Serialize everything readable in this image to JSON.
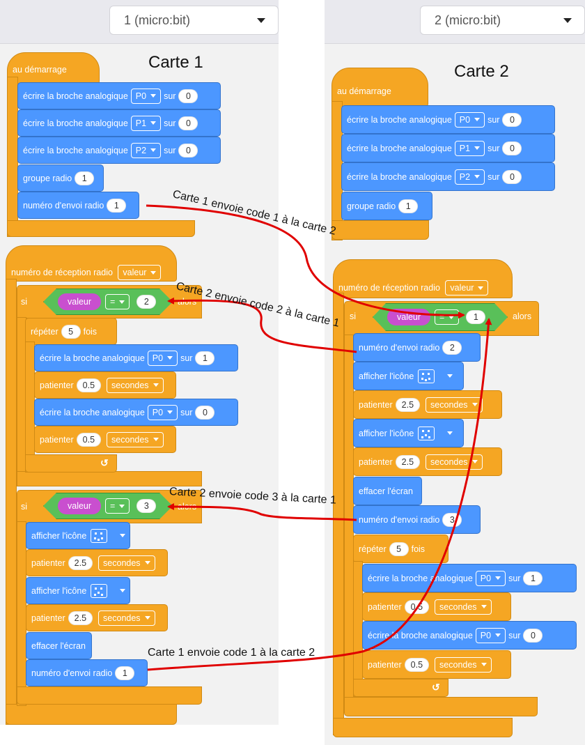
{
  "left": {
    "device": "1 (micro:bit)",
    "title": "Carte 1",
    "on_start": {
      "hat": "au démarrage",
      "analog_write_label": "écrire la broche analogique",
      "on_label": "sur",
      "pins": [
        "P0",
        "P1",
        "P2"
      ],
      "values": [
        "0",
        "0",
        "0"
      ],
      "radio_group_label": "groupe radio",
      "radio_group_value": "1",
      "radio_send_label": "numéro d'envoi radio",
      "radio_send_value": "1"
    },
    "on_receive": {
      "hat": "numéro de réception radio",
      "param": "valeur",
      "if1": {
        "si": "si",
        "var": "valeur",
        "op": "=",
        "value": "2",
        "then": "alors"
      },
      "repeat_label": "répéter",
      "repeat_count": "5",
      "times_label": "fois",
      "write1": {
        "label": "écrire la broche analogique",
        "pin": "P0",
        "on": "sur",
        "value": "1"
      },
      "wait1": {
        "label": "patienter",
        "value": "0.5",
        "unit": "secondes"
      },
      "write2": {
        "label": "écrire la broche analogique",
        "pin": "P0",
        "on": "sur",
        "value": "0"
      },
      "wait2": {
        "label": "patienter",
        "value": "0.5",
        "unit": "secondes"
      },
      "if2": {
        "si": "si",
        "var": "valeur",
        "op": "=",
        "value": "3",
        "then": "alors"
      },
      "show_icon1": "afficher l'icône",
      "wait3": {
        "label": "patienter",
        "value": "2.5",
        "unit": "secondes"
      },
      "show_icon2": "afficher l'icône",
      "wait4": {
        "label": "patienter",
        "value": "2.5",
        "unit": "secondes"
      },
      "clear": "effacer l'écran",
      "send": {
        "label": "numéro d'envoi radio",
        "value": "1"
      }
    }
  },
  "right": {
    "device": "2 (micro:bit)",
    "title": "Carte 2",
    "on_start": {
      "hat": "au démarrage",
      "analog_write_label": "écrire la broche analogique",
      "on_label": "sur",
      "pins": [
        "P0",
        "P1",
        "P2"
      ],
      "values": [
        "0",
        "0",
        "0"
      ],
      "radio_group_label": "groupe radio",
      "radio_group_value": "1"
    },
    "on_receive": {
      "hat": "numéro de réception radio",
      "param": "valeur",
      "if1": {
        "si": "si",
        "var": "valeur",
        "op": "=",
        "value": "1",
        "then": "alors"
      },
      "send1": {
        "label": "numéro d'envoi radio",
        "value": "2"
      },
      "show_icon1": "afficher l'icône",
      "wait1": {
        "label": "patienter",
        "value": "2.5",
        "unit": "secondes"
      },
      "show_icon2": "afficher l'icône",
      "wait2": {
        "label": "patienter",
        "value": "2.5",
        "unit": "secondes"
      },
      "clear": "effacer l'écran",
      "send2": {
        "label": "numéro d'envoi radio",
        "value": "3"
      },
      "repeat_label": "répéter",
      "repeat_count": "5",
      "times_label": "fois",
      "write1": {
        "label": "écrire la broche analogique",
        "pin": "P0",
        "on": "sur",
        "value": "1"
      },
      "wait3": {
        "label": "patienter",
        "value": "0.5",
        "unit": "secondes"
      },
      "write2": {
        "label": "écrire la broche analogique",
        "pin": "P0",
        "on": "sur",
        "value": "0"
      },
      "wait4": {
        "label": "patienter",
        "value": "0.5",
        "unit": "secondes"
      }
    }
  },
  "annotations": {
    "a1": "Carte 1 envoie code 1 à la carte 2",
    "a2": "Carte 2 envoie code 2 à la carte 1",
    "a3": "Carte 2 envoie code 3 à la carte 1",
    "a4": "Carte 1 envoie code 1 à la carte 2"
  },
  "colors": {
    "event_orange": "#f5a623",
    "pin_blue": "#4c97ff",
    "logic_green": "#59c059",
    "variable_purple": "#c94fcf",
    "arrow_red": "#e00000"
  }
}
